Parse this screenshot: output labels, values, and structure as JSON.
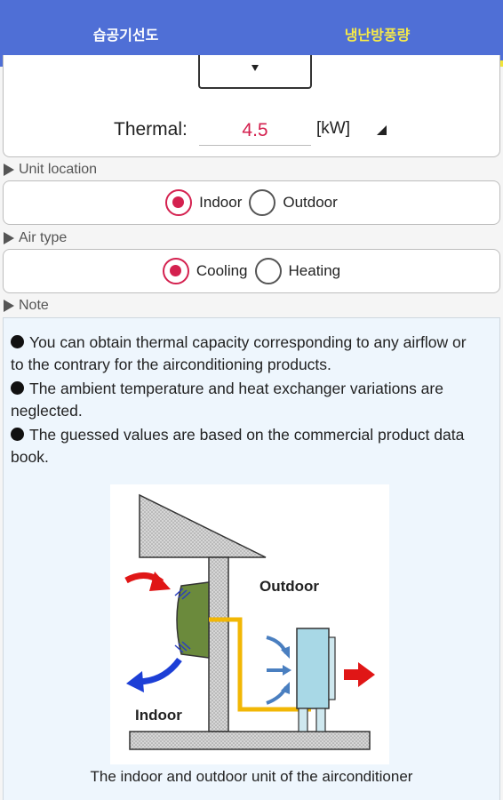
{
  "tabs": [
    {
      "label": "습공기선도"
    },
    {
      "label": "냉난방풍량"
    }
  ],
  "thermal": {
    "label": "Thermal:",
    "value": "4.5",
    "unit": "[kW]"
  },
  "unit_location": {
    "heading": "Unit location",
    "options": [
      {
        "label": "Indoor",
        "selected": true
      },
      {
        "label": "Outdoor",
        "selected": false
      }
    ]
  },
  "air_type": {
    "heading": "Air type",
    "options": [
      {
        "label": "Cooling",
        "selected": true
      },
      {
        "label": "Heating",
        "selected": false
      }
    ]
  },
  "note": {
    "heading": "Note",
    "lines": [
      "You can obtain thermal capacity corresponding to any airflow or to the contrary for the airconditioning products.",
      "The ambient temperature and heat exchanger variations are neglected.",
      "The guessed values are based on the commercial product data book."
    ],
    "figure": {
      "outdoor_label": "Outdoor",
      "indoor_label": "Indoor"
    },
    "caption": "The indoor and outdoor unit of the airconditioner"
  },
  "colors": {
    "header": "#4f6fd6",
    "active_tab": "#f5e94a",
    "accent": "#d4214f",
    "note_bg": "#eef6fd"
  }
}
